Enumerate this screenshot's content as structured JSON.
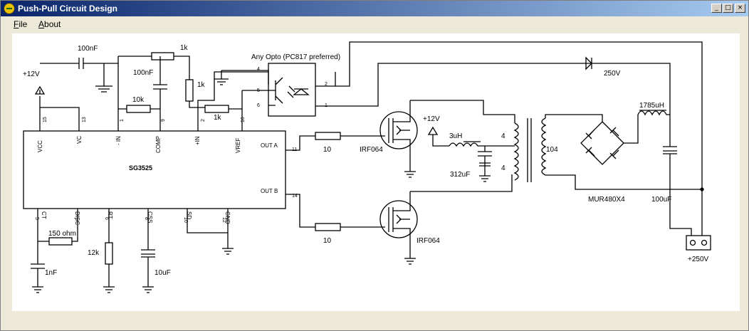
{
  "window": {
    "title": "Push-Pull Circuit Design",
    "controls": {
      "minimize": "_",
      "maximize": "□",
      "close": "×"
    }
  },
  "menu": {
    "file": {
      "label": "File",
      "mnemonic": "F",
      "rest": "ile"
    },
    "about": {
      "label": "About",
      "mnemonic": "A",
      "rest": "bout"
    }
  },
  "schematic": {
    "ic_name": "SG3525",
    "pins_top": [
      {
        "label": "VCC",
        "num": "15"
      },
      {
        "label": "VC",
        "num": "13"
      },
      {
        "label": "- IN",
        "num": "1"
      },
      {
        "label": "COMP",
        "num": "9"
      },
      {
        "label": "+IN",
        "num": "2"
      },
      {
        "label": "VREF",
        "num": "16"
      }
    ],
    "pins_bottom": [
      {
        "label": "CT",
        "num": "5"
      },
      {
        "label": "DISC",
        "num": "7"
      },
      {
        "label": "RT",
        "num": "6"
      },
      {
        "label": "CSS",
        "num": "8"
      },
      {
        "label": "SD",
        "num": "10"
      },
      {
        "label": "GND",
        "num": "12"
      }
    ],
    "out_a": {
      "label": "OUT A",
      "num": "11"
    },
    "out_b": {
      "label": "OUT B",
      "num": "14"
    },
    "supply_left": "+12V",
    "supply_mid": "+12V",
    "cap_100nf_top": "100nF",
    "cap_100nf_mid": "100nF",
    "res_1k_top": "1k",
    "res_1k_side": "1k",
    "res_1k_in": "1k",
    "res_10k": "10k",
    "opto_label": "Any Opto (PC817 preferred)",
    "opto_pins": [
      "4",
      "5",
      "6",
      "2",
      "1"
    ],
    "diode_top": "250V",
    "res_gate_a": "10",
    "res_gate_b": "10",
    "mosfet_a": "IRF064",
    "mosfet_b": "IRF064",
    "inductor_small": "3uH",
    "cap_312": "312uF",
    "xfmr_primary_top": "4",
    "xfmr_primary_bottom": "4",
    "xfmr_secondary": "104",
    "inductor_out": "1785uH",
    "bridge": "MUR480X4",
    "cap_out": "100uF",
    "output": "+250V",
    "res_150": "150 ohm",
    "cap_1nf": "1nF",
    "res_12k": "12k",
    "cap_10uf": "10uF"
  }
}
